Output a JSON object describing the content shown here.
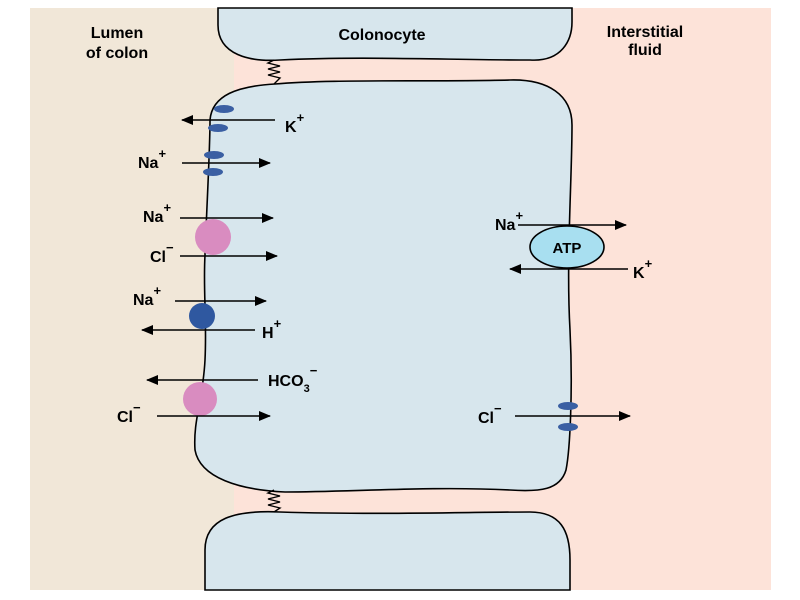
{
  "regions": {
    "lumen_line1": "Lumen",
    "lumen_line2": "of colon",
    "cell": "Colonocyte",
    "interstitial_line1": "Interstitial",
    "interstitial_line2": "fluid"
  },
  "ions": {
    "k_out": "K",
    "na_channel": "Na",
    "na_cotransport": "Na",
    "cl_cotransport": "Cl",
    "na_exchanger": "Na",
    "h_exchanger": "H",
    "hco3": "HCO",
    "hco3_sub": "3",
    "cl_exchanger": "Cl",
    "na_pump": "Na",
    "k_pump": "K",
    "cl_basolateral": "Cl",
    "plus": "+",
    "minus": "−"
  },
  "pump": {
    "label": "ATP"
  },
  "colors": {
    "lumen_bg": "#f1e7d8",
    "interstitial_bg": "#fde3d9",
    "cell_fill": "#d7e6ed",
    "channel_blue": "#3a5fa3",
    "cotransporter_pink": "#d98cc0",
    "exchanger_blue": "#2f58a0",
    "atp_fill": "#a8dff0",
    "outline": "#000000"
  }
}
